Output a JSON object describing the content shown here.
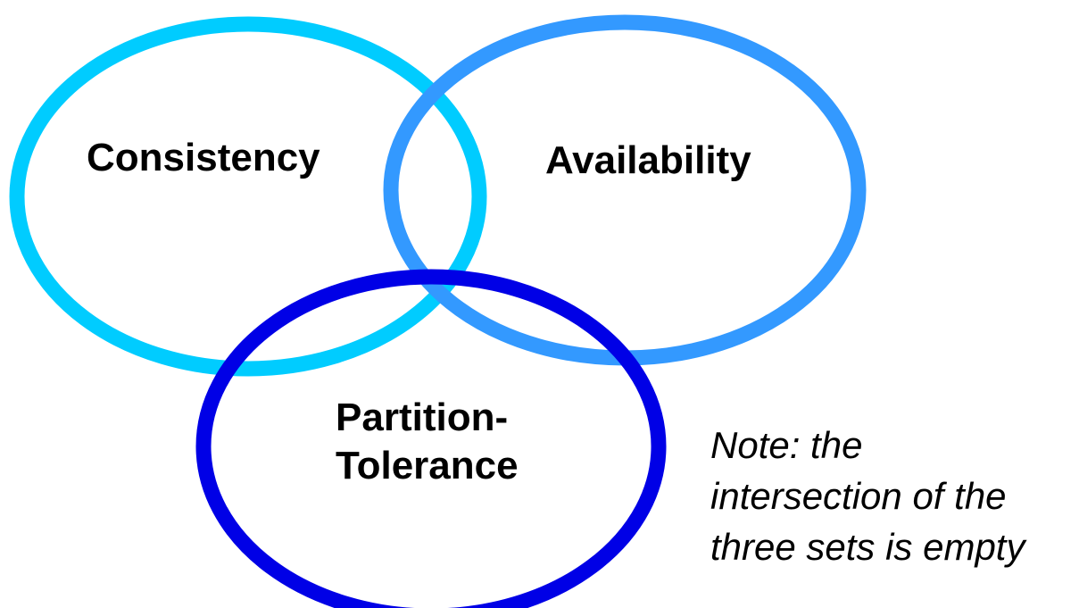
{
  "sets": [
    {
      "id": "consistency",
      "label": "Consistency",
      "color": "#00ccff"
    },
    {
      "id": "availability",
      "label": "Availability",
      "color": "#3399ff"
    },
    {
      "id": "partition",
      "label_lines": [
        "Partition-",
        "Tolerance"
      ],
      "color": "#0000e6"
    }
  ],
  "note": {
    "lines": [
      "Note: the",
      "intersection of the",
      "three sets is empty"
    ]
  }
}
